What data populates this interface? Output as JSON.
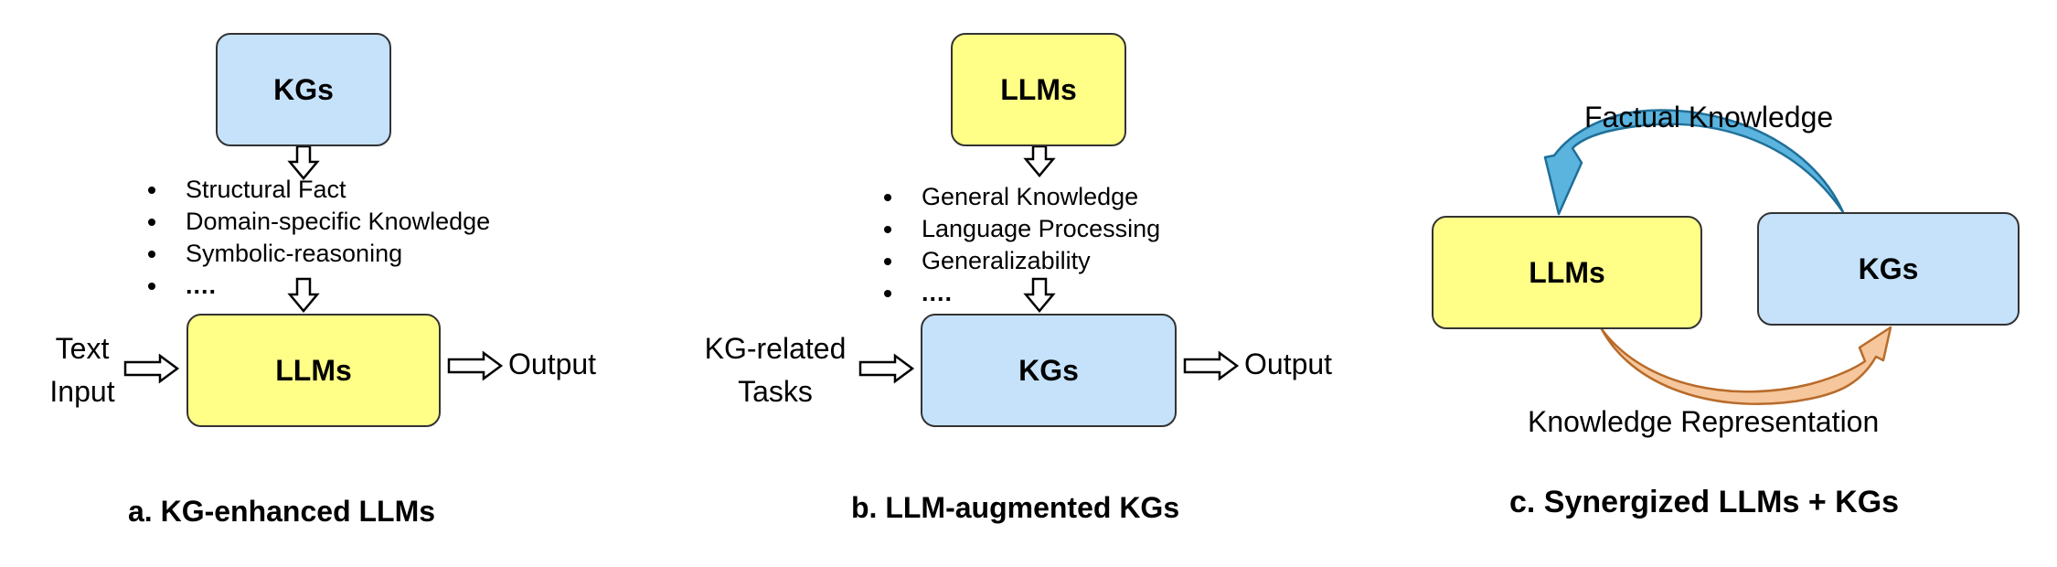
{
  "panel_a": {
    "top_box": "KGs",
    "bullets": [
      "Structural Fact",
      "Domain-specific Knowledge",
      "Symbolic-reasoning",
      "...."
    ],
    "main_box": "LLMs",
    "input_line1": "Text",
    "input_line2": "Input",
    "output": "Output",
    "caption": "a. KG-enhanced LLMs",
    "colors": {
      "top_box": "#c6e2fb",
      "main_box": "#ffff88"
    }
  },
  "panel_b": {
    "top_box": "LLMs",
    "bullets": [
      "General Knowledge",
      "Language Processing",
      "Generalizability",
      "...."
    ],
    "main_box": "KGs",
    "input_line1": "KG-related",
    "input_line2": "Tasks",
    "output": "Output",
    "caption": "b. LLM-augmented KGs",
    "colors": {
      "top_box": "#ffff88",
      "main_box": "#c6e2fb"
    }
  },
  "panel_c": {
    "left_box": "LLMs",
    "right_box": "KGs",
    "top_arrow_label": "Factual Knowledge",
    "bottom_arrow_label": "Knowledge Representation",
    "caption": "c. Synergized LLMs + KGs",
    "colors": {
      "left_box": "#ffff88",
      "right_box": "#c6e2fb",
      "top_arrow": "#5bb4dd",
      "bottom_arrow": "#f6c79c"
    }
  }
}
